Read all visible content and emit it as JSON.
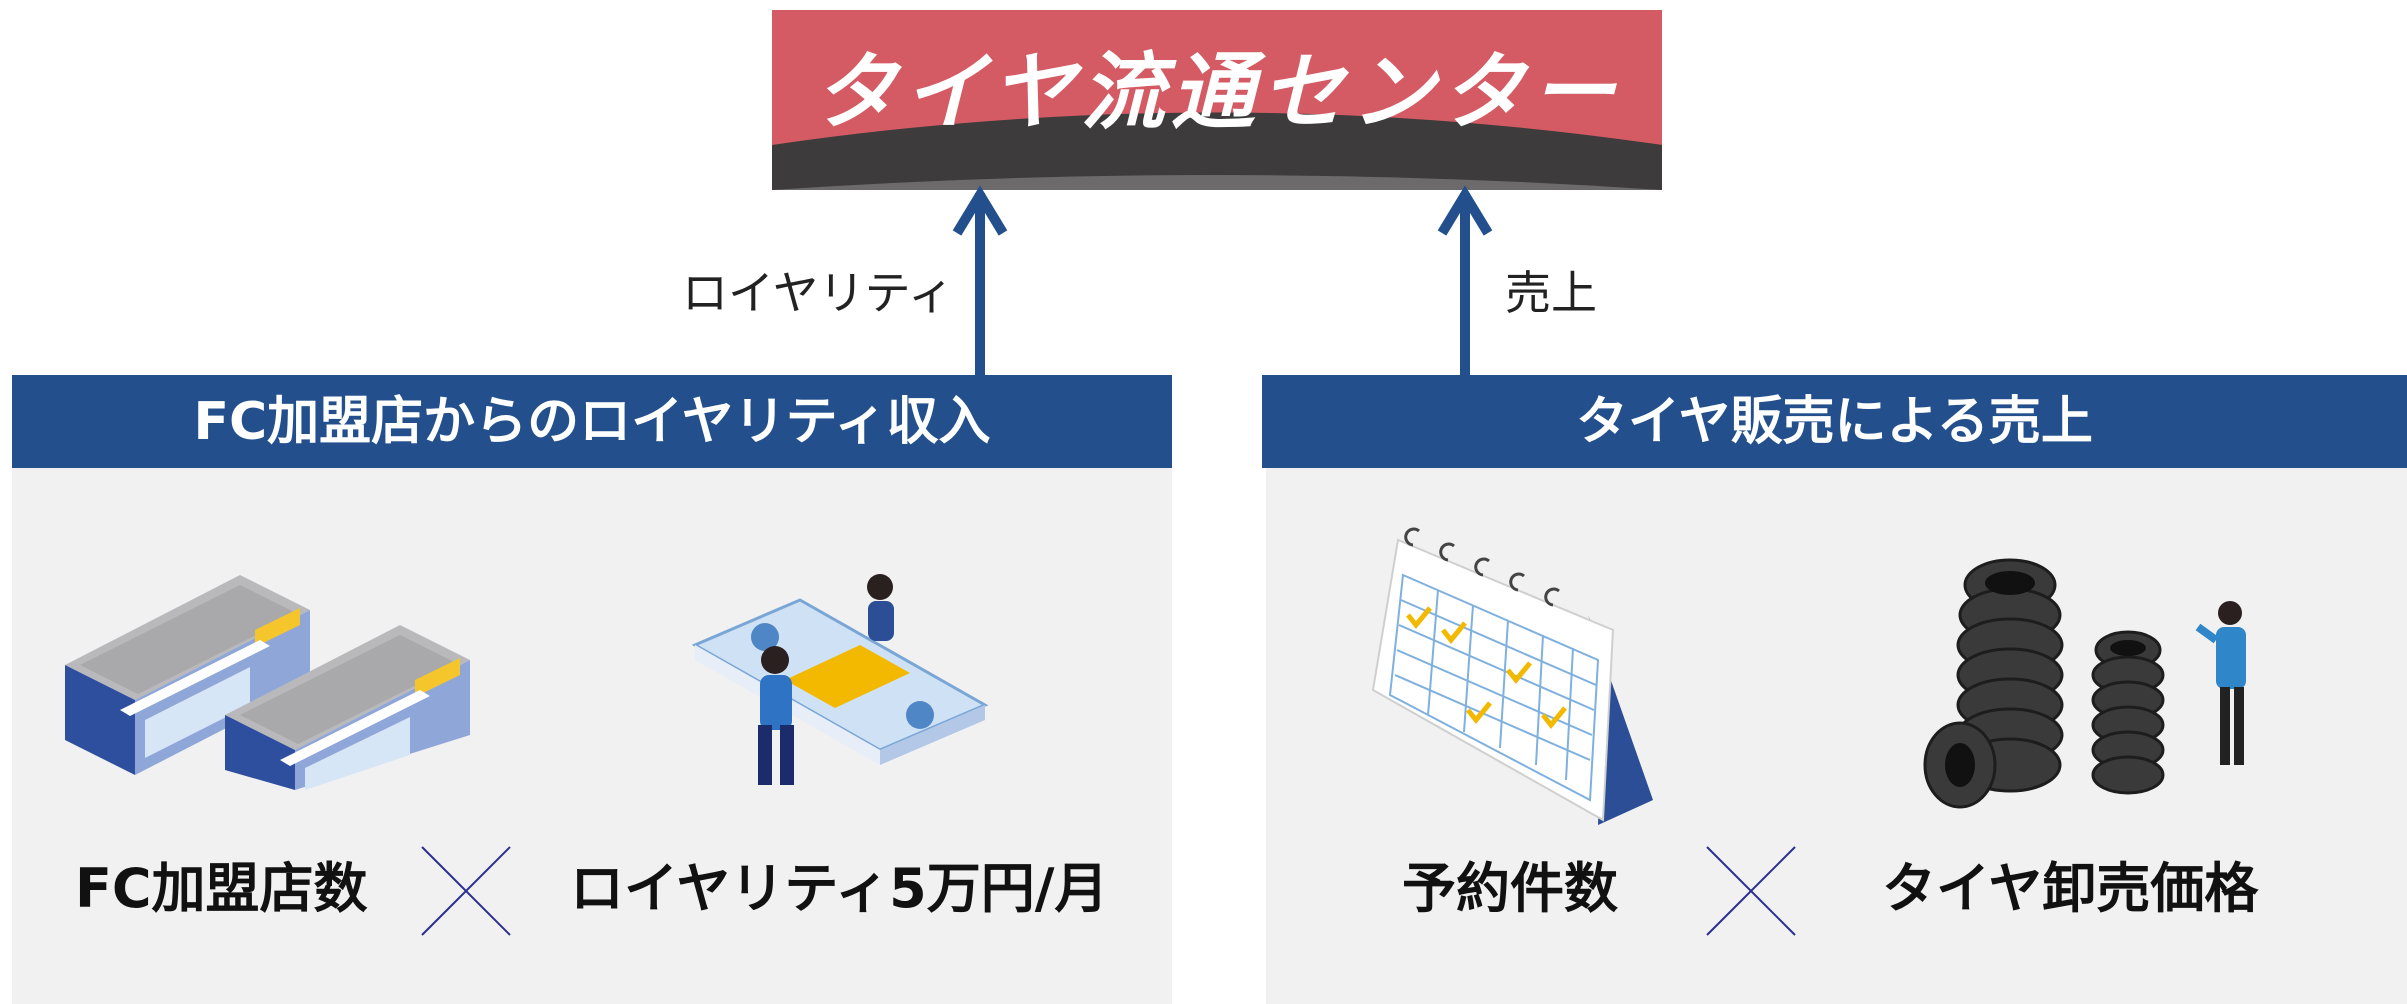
{
  "logo": {
    "text": "タイヤ流通センター",
    "colors": {
      "top": "#d45b64",
      "bottom": "#3d3b3c"
    }
  },
  "flows": {
    "left_label": "ロイヤリティ",
    "right_label": "売上",
    "arrow_color": "#23508d"
  },
  "panels": {
    "left": {
      "title": "FC加盟店からのロイヤリティ収入",
      "term1": "FC加盟店数",
      "operator": "×",
      "term2": "ロイヤリティ5万円/月",
      "illustrations": [
        "store-buildings-icon",
        "money-carry-icon"
      ]
    },
    "right": {
      "title": "タイヤ販売による売上",
      "term1": "予約件数",
      "operator": "×",
      "term2": "タイヤ卸売価格",
      "illustrations": [
        "calendar-icon",
        "tire-stack-icon"
      ]
    }
  }
}
